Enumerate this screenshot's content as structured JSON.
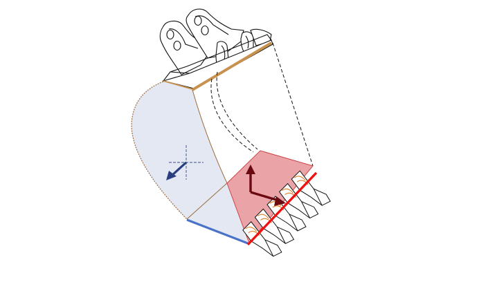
{
  "figure": {
    "subject": "excavator-bucket-cad-diagram",
    "colors": {
      "line": "#111111",
      "side_plate_fill": "#e3e8f3",
      "side_plate_edge": "#9a6b3c",
      "top_edge": "#c8924e",
      "bottom_edge": "#4a72c8",
      "cutting_face_fill": "#eaa4a8",
      "cutting_face_stroke": "#cc4444",
      "cutting_edge": "#ee1111",
      "normal_arrow": "#2b3f80",
      "axis_arrow": "#6a0a10",
      "tooth_hatch": "#e07a20",
      "center_mark": "#3a4a8a"
    },
    "icons": [
      "side-normal-arrow-icon",
      "cutting-face-axis-icon",
      "center-crosshair-icon"
    ],
    "tooth_count": 5,
    "ear_hole_count": 4
  }
}
